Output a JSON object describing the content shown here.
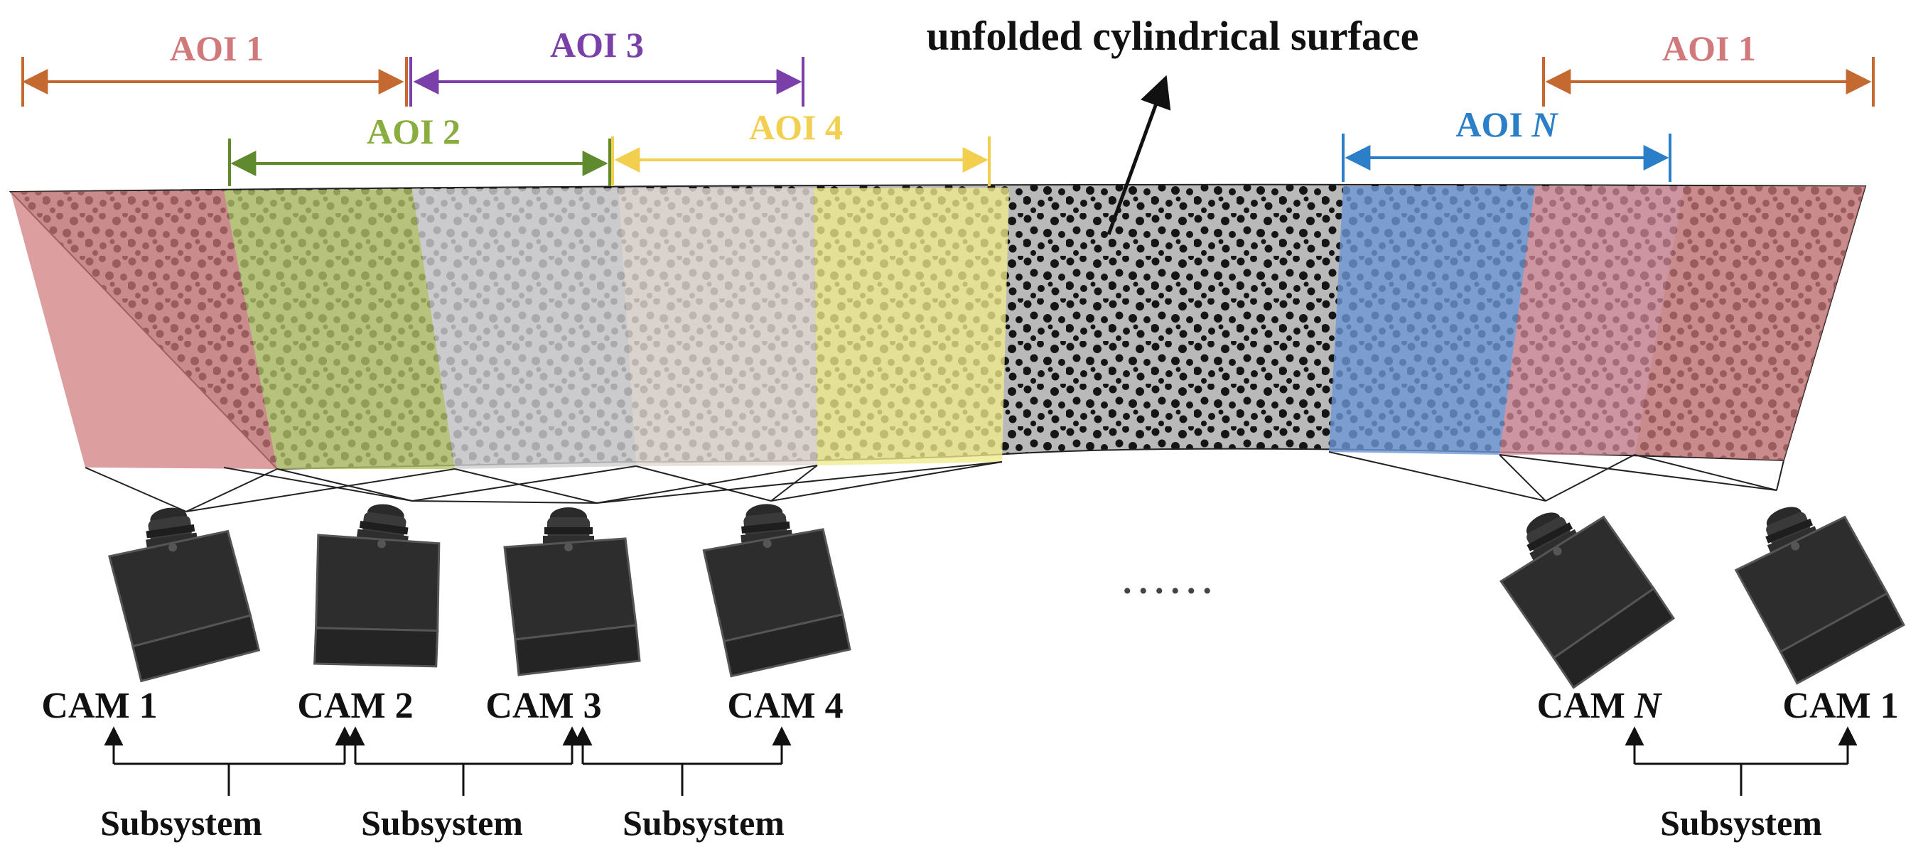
{
  "surface_label": "unfolded cylindrical surface",
  "ellipsis": "......",
  "colors": {
    "aoi1": "#d0787a",
    "aoi1_arrow": "#c4692f",
    "aoi2": "#7c9b3c",
    "aoi3": "#7a3fa8",
    "aoi4": "#f2cf4e",
    "aoiN": "#2b7fc8",
    "black": "#111111"
  },
  "aoi_labels": {
    "aoi1_left": "AOI 1",
    "aoi3": "AOI 3",
    "aoi2": "AOI 2",
    "aoi4": "AOI 4",
    "aoiN_prefix": "AOI ",
    "aoiN_var": "N",
    "aoi1_right": "AOI 1"
  },
  "cameras": {
    "cam1": "CAM 1",
    "cam2": "CAM 2",
    "cam3": "CAM 3",
    "cam4": "CAM 4",
    "camN_prefix": "CAM ",
    "camN_var": "N",
    "cam1_right": "CAM 1"
  },
  "subsystems": [
    "Subsystem",
    "Subsystem",
    "Subsystem",
    "Subsystem"
  ],
  "icons": [
    "camera-icon"
  ]
}
